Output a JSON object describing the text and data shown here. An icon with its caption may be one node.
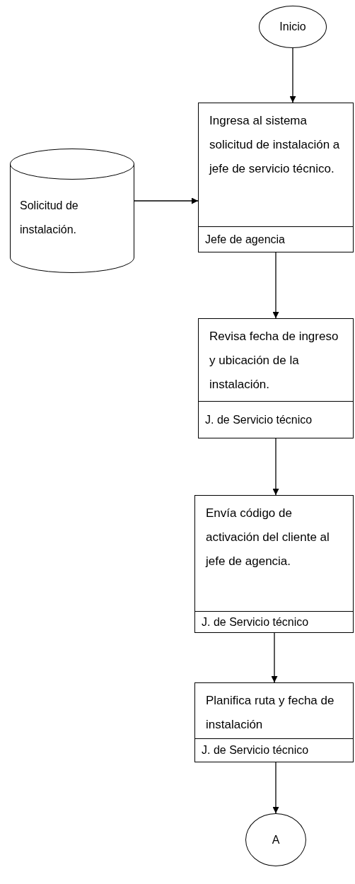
{
  "diagram": {
    "nodes": [
      {
        "text": [
          "Inicio"
        ]
      },
      {
        "text": [
          "Ingresa al sistema solicitud de instalación a jefe de servicio técnico.",
          "Jefe de agencia"
        ]
      },
      {
        "text": [
          "Solicitud de instalación."
        ]
      },
      {
        "text": [
          "Revisa fecha de ingreso y ubicación de la instalación.",
          "J. de Servicio técnico"
        ]
      },
      {
        "text": [
          "Envía código de activación del cliente al jefe de agencia.",
          "J. de Servicio técnico"
        ]
      },
      {
        "text": [
          "Planifica ruta y fecha de instalación",
          "J. de Servicio técnico"
        ]
      },
      {
        "text": [
          "A"
        ]
      }
    ],
    "edges": [
      {
        "from": 0,
        "to": 1,
        "arrow": "to"
      },
      {
        "from": 2,
        "to": 1,
        "arrow": "to"
      },
      {
        "from": 1,
        "to": 3,
        "arrow": "to"
      },
      {
        "from": 3,
        "to": 4,
        "arrow": "to"
      },
      {
        "from": 4,
        "to": 5,
        "arrow": "to"
      },
      {
        "from": 5,
        "to": 6,
        "arrow": "to"
      }
    ]
  }
}
